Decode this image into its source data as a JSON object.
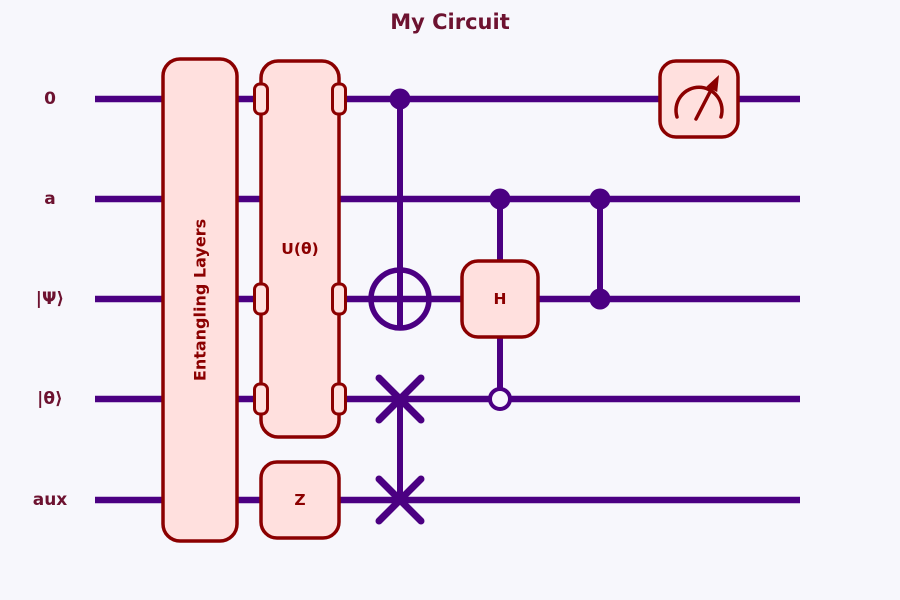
{
  "title": "My Circuit",
  "colors": {
    "background": "#f7f7fc",
    "wire": "#4b0082",
    "gate_fill": "#ffe0de",
    "gate_border": "#8b0000",
    "gate_text": "#8b0000",
    "label": "#6d1230"
  },
  "wires": [
    {
      "label": "0"
    },
    {
      "label": "a"
    },
    {
      "label": "|Ψ⟩"
    },
    {
      "label": "|θ⟩"
    },
    {
      "label": "aux"
    }
  ],
  "operations": [
    {
      "gate": "Entangling Layers",
      "type": "multi-qubit-box",
      "qubits": [
        "0",
        "a",
        "|Ψ⟩",
        "|θ⟩",
        "aux"
      ]
    },
    {
      "gate": "U(θ)",
      "type": "multi-qubit-box",
      "qubits": [
        "0",
        "|Ψ⟩",
        "|θ⟩"
      ]
    },
    {
      "gate": "Z",
      "type": "single-qubit-box",
      "qubits": [
        "aux"
      ]
    },
    {
      "gate": "CNOT",
      "type": "cx",
      "control": "0",
      "target": "|Ψ⟩"
    },
    {
      "gate": "SWAP",
      "type": "swap",
      "qubits": [
        "|θ⟩",
        "aux"
      ]
    },
    {
      "gate": "H",
      "type": "controlled-h",
      "controls": [
        {
          "qubit": "a",
          "state": "filled"
        },
        {
          "qubit": "|θ⟩",
          "state": "open"
        }
      ],
      "target": "|Ψ⟩"
    },
    {
      "gate": "CZ",
      "type": "cz",
      "qubits": [
        "a",
        "|Ψ⟩"
      ]
    },
    {
      "gate": "measure",
      "type": "measurement",
      "qubits": [
        "0"
      ]
    }
  ]
}
